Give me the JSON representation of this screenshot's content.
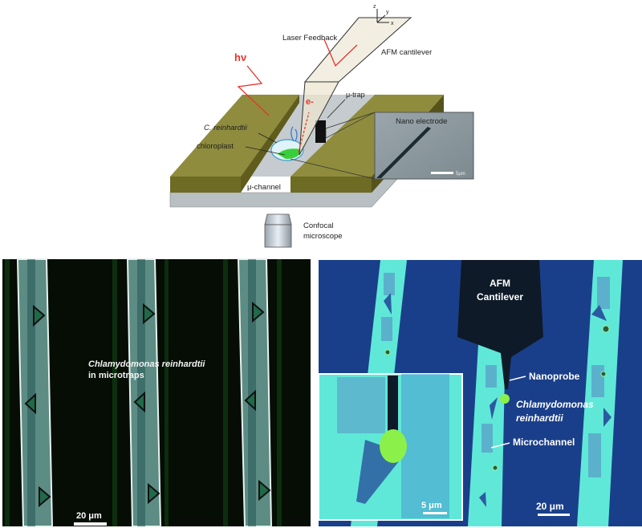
{
  "schematic": {
    "axes": {
      "z": "z",
      "y": "y",
      "x": "x"
    },
    "laser_feedback": "Laser Feedback",
    "afm_cantilever": "AFM cantilever",
    "photon": "hν",
    "electron": "e-",
    "micro_trap": "μ-trap",
    "cell": "C. reinhardtii",
    "chloroplast": "chloroplast",
    "nano_electrode": "Nano electrode",
    "inset_scale": "5μm",
    "micro_channel": "μ-channel",
    "microscope_line1": "Confocal",
    "microscope_line2": "microscope"
  },
  "left_panel": {
    "caption_line1": "Chlamydomonas reinhardtii",
    "caption_line2": "in microtraps",
    "scale_bar": "20 μm"
  },
  "right_panel": {
    "cantilever_line1": "AFM",
    "cantilever_line2": "Cantilever",
    "nanoprobe": "Nanoprobe",
    "cell_line1": "Chlamydomonas",
    "cell_line2": "reinhardtii",
    "microchannel": "Microchannel",
    "inset_scale_bar": "5 μm",
    "scale_bar": "20 μm"
  },
  "colors": {
    "slab": "#8c8a3c",
    "red_annotation": "#e8322a",
    "left_bg": "#050d05",
    "right_bg": "#1a3f8a",
    "channel_cyan": "#5fe8d8"
  }
}
